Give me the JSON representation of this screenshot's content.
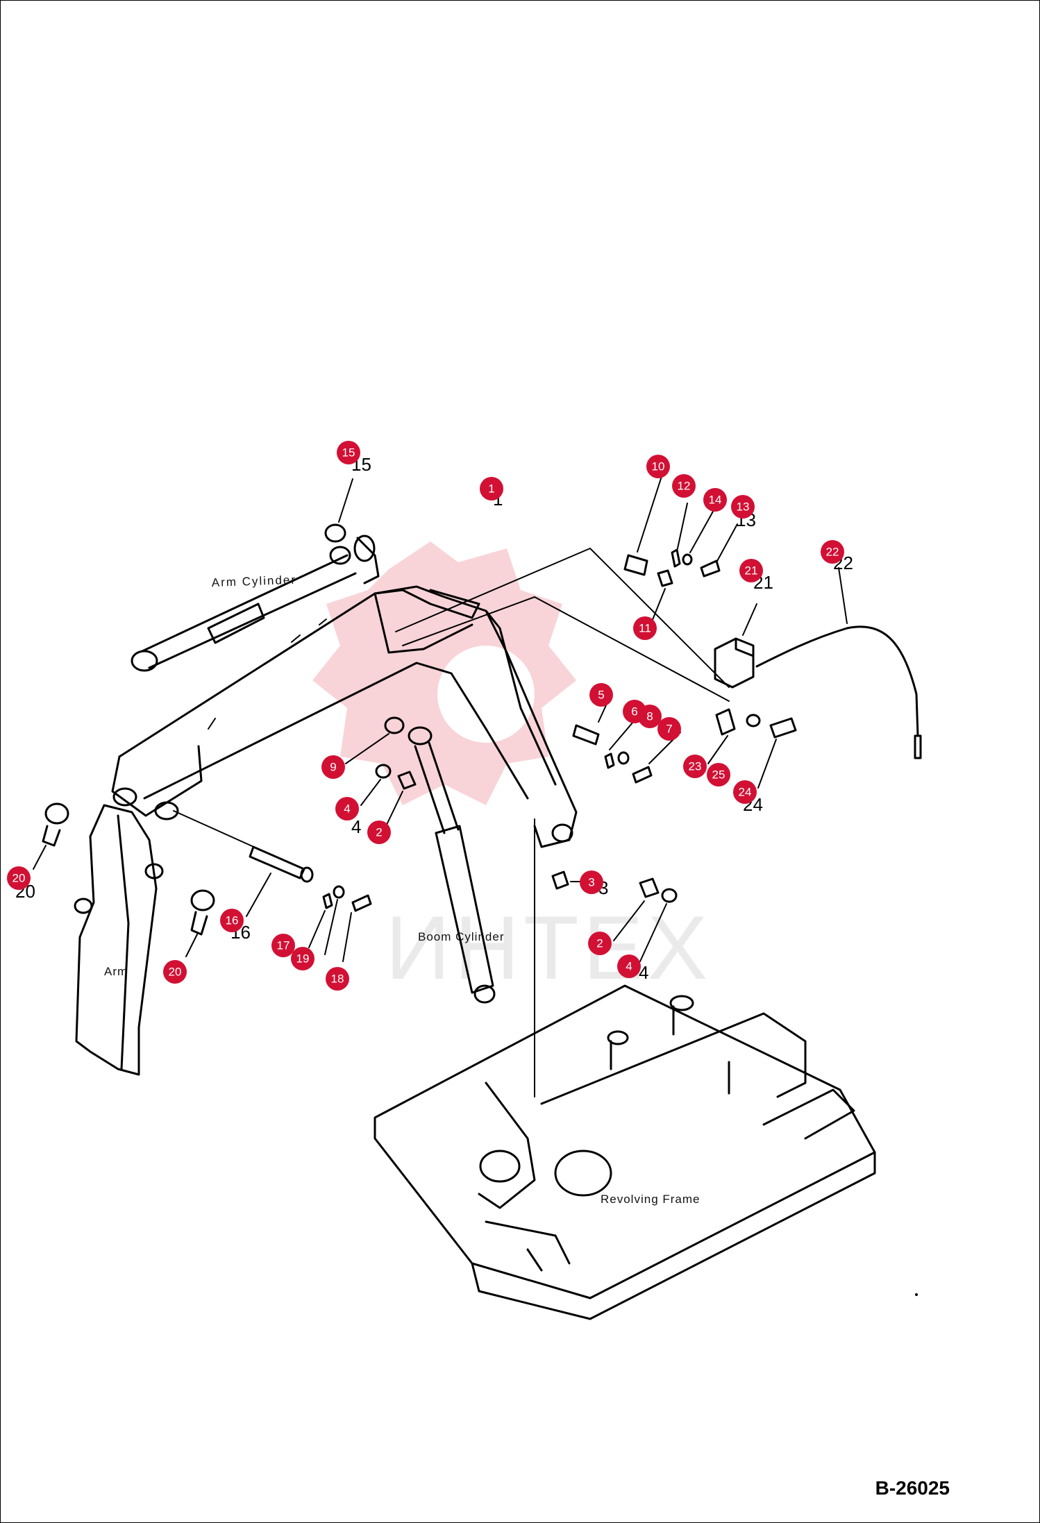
{
  "labels": {
    "arm_cylinder": "Arm Cylinder",
    "boom_cylinder": "Boom Cylinder",
    "arm": "Arm",
    "revolving_frame": "Revolving Frame",
    "watermark": "ИНТЕХ"
  },
  "drawing_code": "B-26025",
  "colors": {
    "marker": "#d21034",
    "watermark": "#f3b0b8"
  },
  "markers": [
    {
      "num": "15"
    },
    {
      "num": "1"
    },
    {
      "num": "10"
    },
    {
      "num": "12"
    },
    {
      "num": "14"
    },
    {
      "num": "13"
    },
    {
      "num": "21"
    },
    {
      "num": "22"
    },
    {
      "num": "11"
    },
    {
      "num": "5"
    },
    {
      "num": "6"
    },
    {
      "num": "8"
    },
    {
      "num": "7"
    },
    {
      "num": "23"
    },
    {
      "num": "25"
    },
    {
      "num": "24"
    },
    {
      "num": "9"
    },
    {
      "num": "4"
    },
    {
      "num": "2"
    },
    {
      "num": "3"
    },
    {
      "num": "20"
    },
    {
      "num": "16"
    },
    {
      "num": "17"
    },
    {
      "num": "19"
    },
    {
      "num": "18"
    },
    {
      "num": "20"
    },
    {
      "num": "2"
    },
    {
      "num": "4"
    }
  ]
}
